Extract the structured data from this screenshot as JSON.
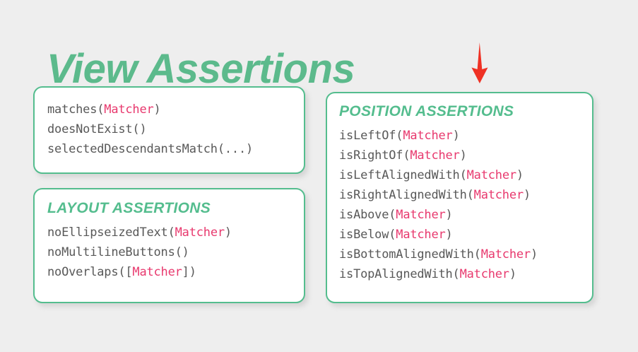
{
  "slide": {
    "title": "View Assertions",
    "background_color": "#eeeeee",
    "accent_green": "#54bd8e",
    "accent_pink": "#e8396e",
    "code_text_color": "#585858",
    "annotation_arrow_color": "#ef3124"
  },
  "cards": {
    "matchers": {
      "heading": "",
      "lines": [
        {
          "prefix": "matches(",
          "arg": "Matcher",
          "suffix": ")"
        },
        {
          "prefix": "doesNotExist()",
          "arg": "",
          "suffix": ""
        },
        {
          "prefix": "selectedDescendantsMatch(...)",
          "arg": "",
          "suffix": ""
        }
      ]
    },
    "layout": {
      "heading": "LAYOUT ASSERTIONS",
      "lines": [
        {
          "prefix": "noEllipseizedText(",
          "arg": "Matcher",
          "suffix": ")"
        },
        {
          "prefix": "noMultilineButtons()",
          "arg": "",
          "suffix": ""
        },
        {
          "prefix": "noOverlaps([",
          "arg": "Matcher",
          "suffix": "])"
        }
      ]
    },
    "position": {
      "heading": "POSITION ASSERTIONS",
      "lines": [
        {
          "prefix": "isLeftOf(",
          "arg": "Matcher",
          "suffix": ")"
        },
        {
          "prefix": "isRightOf(",
          "arg": "Matcher",
          "suffix": ")"
        },
        {
          "prefix": "isLeftAlignedWith(",
          "arg": "Matcher",
          "suffix": ")"
        },
        {
          "prefix": "isRightAlignedWith(",
          "arg": "Matcher",
          "suffix": ")"
        },
        {
          "prefix": "isAbove(",
          "arg": "Matcher",
          "suffix": ")"
        },
        {
          "prefix": "isBelow(",
          "arg": "Matcher",
          "suffix": ")"
        },
        {
          "prefix": "isBottomAlignedWith(",
          "arg": "Matcher",
          "suffix": ")"
        },
        {
          "prefix": "isTopAlignedWith(",
          "arg": "Matcher",
          "suffix": ")"
        }
      ]
    }
  },
  "annotation": {
    "arrow_icon": "arrow-down-icon",
    "points_to": "position"
  }
}
